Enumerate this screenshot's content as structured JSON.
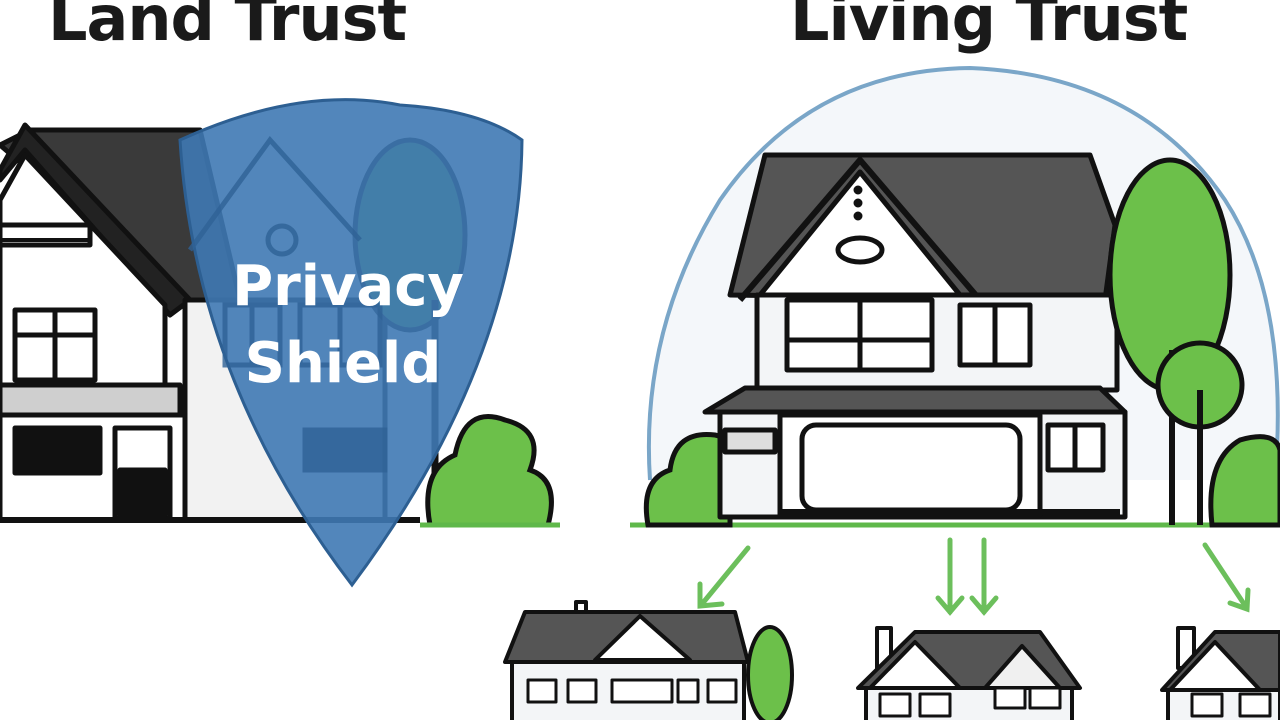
{
  "titles": {
    "left": "Land Trust",
    "right": "Living Trust"
  },
  "shield": {
    "line1": "Privacy",
    "line2": "Shield"
  },
  "colors": {
    "shield": "#3f79b4",
    "tree_green": "#6cc04a",
    "roof": "#555555",
    "bubble_outline": "#7aa6c8",
    "arrow_green": "#6cbf5c"
  },
  "icons": [
    "house-icon",
    "shield-icon",
    "tree-icon",
    "bush-icon",
    "bubble-icon",
    "arrow-down-icon"
  ]
}
